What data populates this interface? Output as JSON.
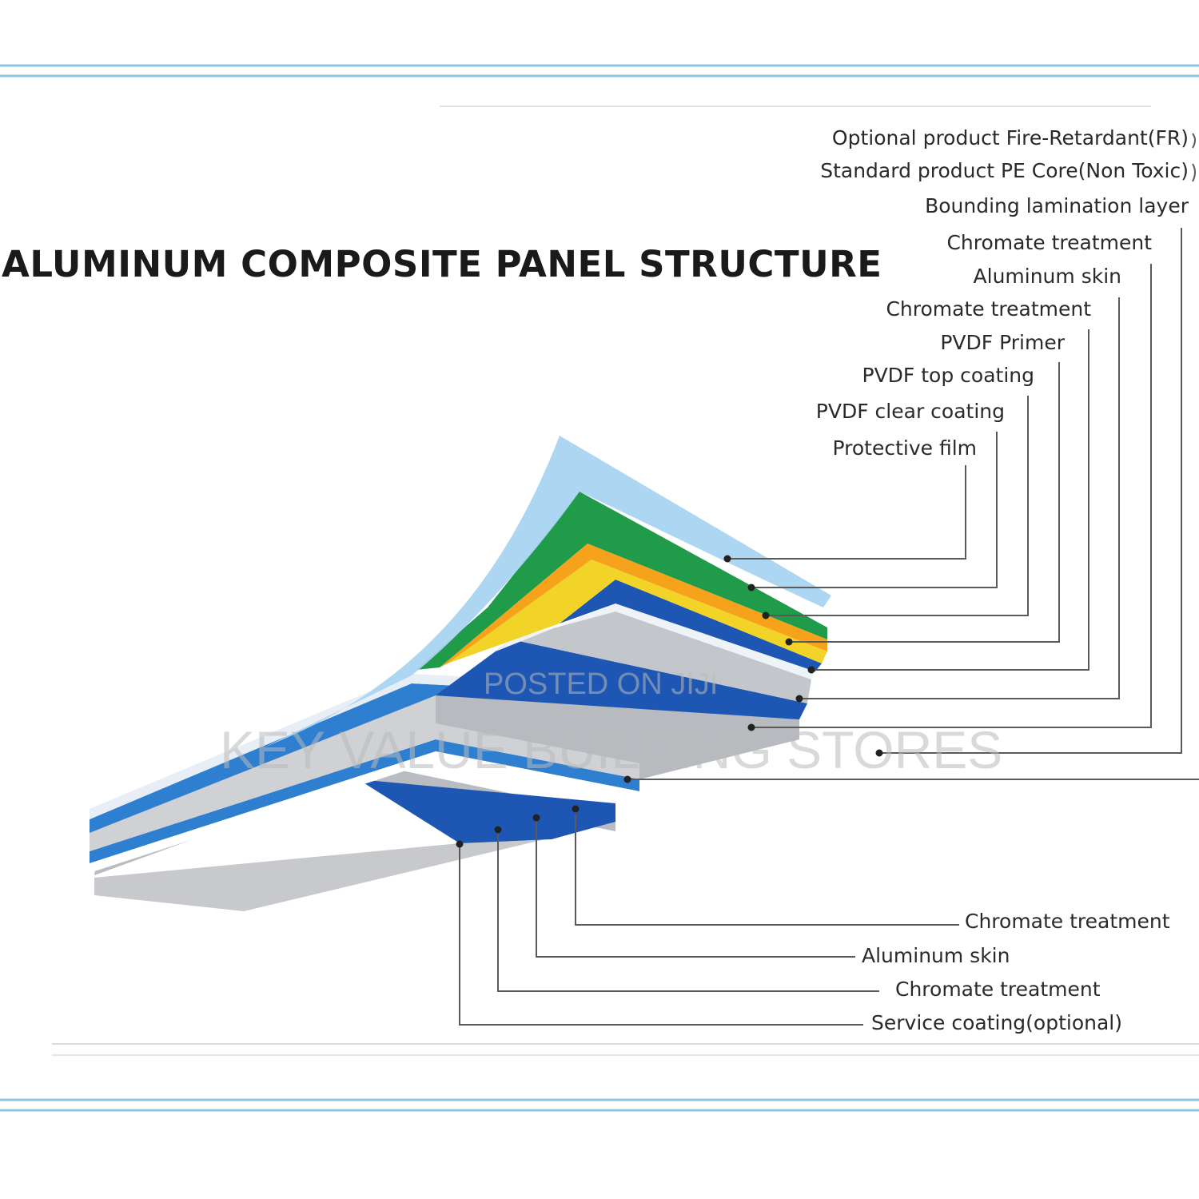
{
  "title": "ALUMINUM COMPOSITE PANEL STRUCTURE",
  "top_labels": [
    "Optional product Fire-Retardant(FR)",
    "Standard product PE Core(Non Toxic)",
    "Bounding lamination layer",
    "Chromate treatment",
    "Aluminum  skin",
    "Chromate treatment",
    "PVDF Primer",
    "PVDF top coating",
    "PVDF clear coating",
    "Protective film"
  ],
  "bottom_labels": [
    "Chromate  treatment",
    "Aluminum  skin",
    "Chromate  treatment",
    "Service  coating(optional)"
  ],
  "watermark": {
    "line1": "POSTED ON JIJI",
    "line2": "KEY VALUE BUILDING STORES"
  },
  "colors": {
    "frame_blue": "#8fc4e0",
    "protective_film": "#a9d4f2",
    "clear_coating": "#1f9b4a",
    "top_coating": "#f2d327",
    "primer": "#f6a21a",
    "skin_blue": "#1d57b3",
    "core_grey": "#c9cbce",
    "stripe_blue": "#2f7fd0"
  }
}
